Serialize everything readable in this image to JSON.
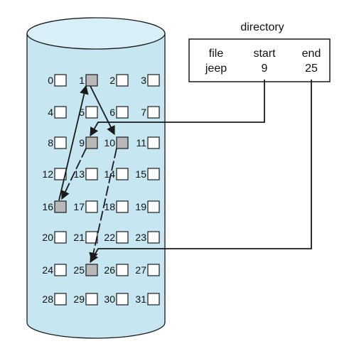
{
  "directory": {
    "title": "directory",
    "headers": {
      "file": "file",
      "start": "start",
      "end": "end"
    },
    "row": {
      "file": "jeep",
      "start": "9",
      "end": "25"
    }
  },
  "disk": {
    "blocks": [
      {
        "num": "0",
        "used": false
      },
      {
        "num": "1",
        "used": true
      },
      {
        "num": "2",
        "used": false
      },
      {
        "num": "3",
        "used": false
      },
      {
        "num": "4",
        "used": false
      },
      {
        "num": "5",
        "used": false
      },
      {
        "num": "6",
        "used": false
      },
      {
        "num": "7",
        "used": false
      },
      {
        "num": "8",
        "used": false
      },
      {
        "num": "9",
        "used": true
      },
      {
        "num": "10",
        "used": true
      },
      {
        "num": "11",
        "used": false
      },
      {
        "num": "12",
        "used": false
      },
      {
        "num": "13",
        "used": false
      },
      {
        "num": "14",
        "used": false
      },
      {
        "num": "15",
        "used": false
      },
      {
        "num": "16",
        "used": true
      },
      {
        "num": "17",
        "used": false
      },
      {
        "num": "18",
        "used": false
      },
      {
        "num": "19",
        "used": false
      },
      {
        "num": "20",
        "used": false
      },
      {
        "num": "21",
        "used": false
      },
      {
        "num": "22",
        "used": false
      },
      {
        "num": "23",
        "used": false
      },
      {
        "num": "24",
        "used": false
      },
      {
        "num": "25",
        "used": true
      },
      {
        "num": "26",
        "used": false
      },
      {
        "num": "27",
        "used": false
      },
      {
        "num": "28",
        "used": false
      },
      {
        "num": "29",
        "used": false
      },
      {
        "num": "30",
        "used": false
      },
      {
        "num": "31",
        "used": false
      }
    ],
    "chain": [
      "9",
      "16",
      "1",
      "10",
      "25"
    ]
  },
  "colors": {
    "cylinder_fill": "#c6e6f2",
    "cylinder_top": "#d9eff7",
    "used_block": "#b8b8b8",
    "free_block": "#ffffff",
    "line": "#1a1a1a"
  }
}
